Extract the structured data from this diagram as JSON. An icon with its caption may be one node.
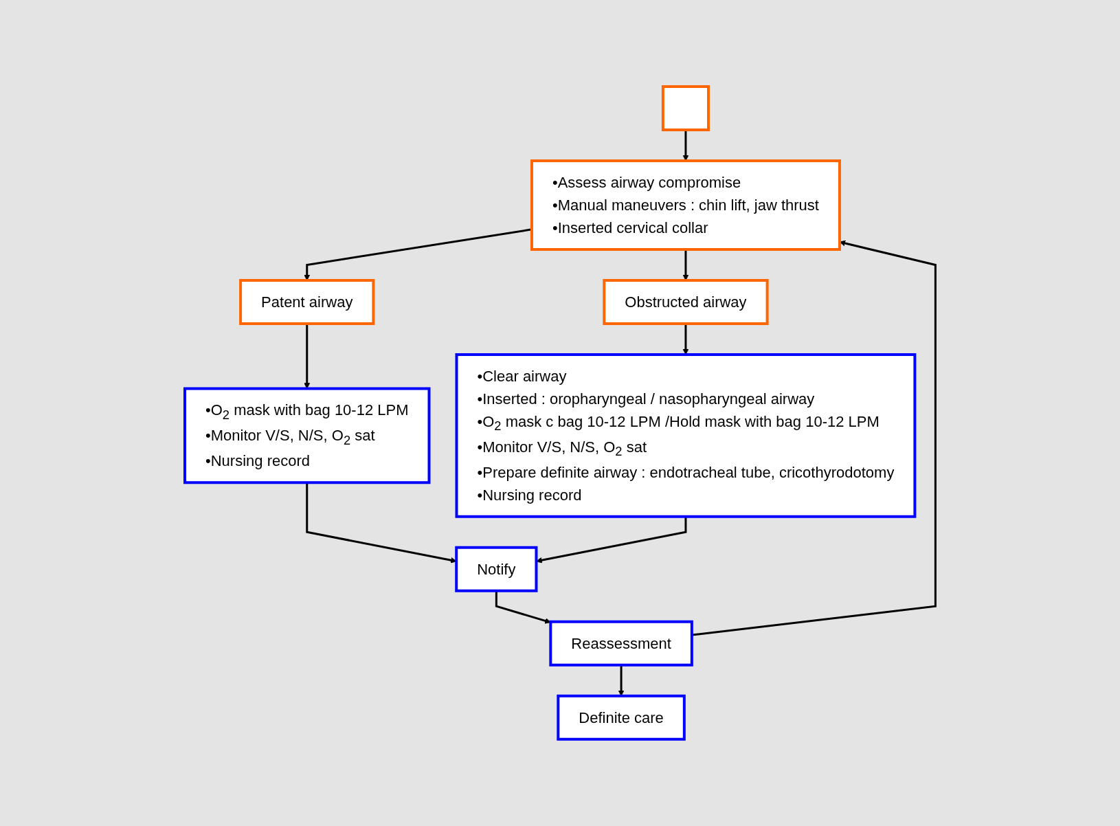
{
  "diagram": {
    "nodes": [
      {
        "text": [],
        "shape": "box"
      },
      {
        "text": [
          "•Assess airway compromise",
          "•Manual maneuvers : chin lift, jaw thrust",
          "•Inserted cervical collar"
        ]
      },
      {
        "text": [
          "Patent airway"
        ]
      },
      {
        "text": [
          "Obstructed airway"
        ]
      },
      {
        "text": [
          "•O$_{2}$ mask with bag 10-12 LPM",
          "•Monitor V/S, N/S, O$_{2}$ sat",
          "•Nursing record"
        ]
      },
      {
        "text": [
          "•Clear airway",
          "•Inserted : oropharyngeal / nasopharyngeal airway",
          "•O$_{2}$ mask c bag 10-12 LPM /Hold mask with bag 10-12 LPM",
          "•Monitor V/S, N/S, O$_{2}$ sat",
          "•Prepare definite airway : endotracheal tube, cricothyrodotomy",
          "•Nursing record"
        ]
      },
      {
        "text": [
          "Notify"
        ]
      },
      {
        "text": [
          "Reassessment"
        ]
      },
      {
        "text": [
          "Definite care"
        ]
      }
    ],
    "edges": [
      {
        "from": 0,
        "to": 1,
        "arrow": "to"
      },
      {
        "from": 1,
        "to": 2,
        "arrow": "to"
      },
      {
        "from": 1,
        "to": 3,
        "arrow": "to"
      },
      {
        "from": 2,
        "to": 4,
        "arrow": "to"
      },
      {
        "from": 3,
        "to": 5,
        "arrow": "to"
      },
      {
        "from": 4,
        "to": 6,
        "arrow": "to"
      },
      {
        "from": 5,
        "to": 6,
        "arrow": "to"
      },
      {
        "from": 6,
        "to": 7,
        "arrow": "to"
      },
      {
        "from": 7,
        "to": 1,
        "arrow": "to"
      },
      {
        "from": 7,
        "to": 8,
        "arrow": "to"
      }
    ]
  }
}
